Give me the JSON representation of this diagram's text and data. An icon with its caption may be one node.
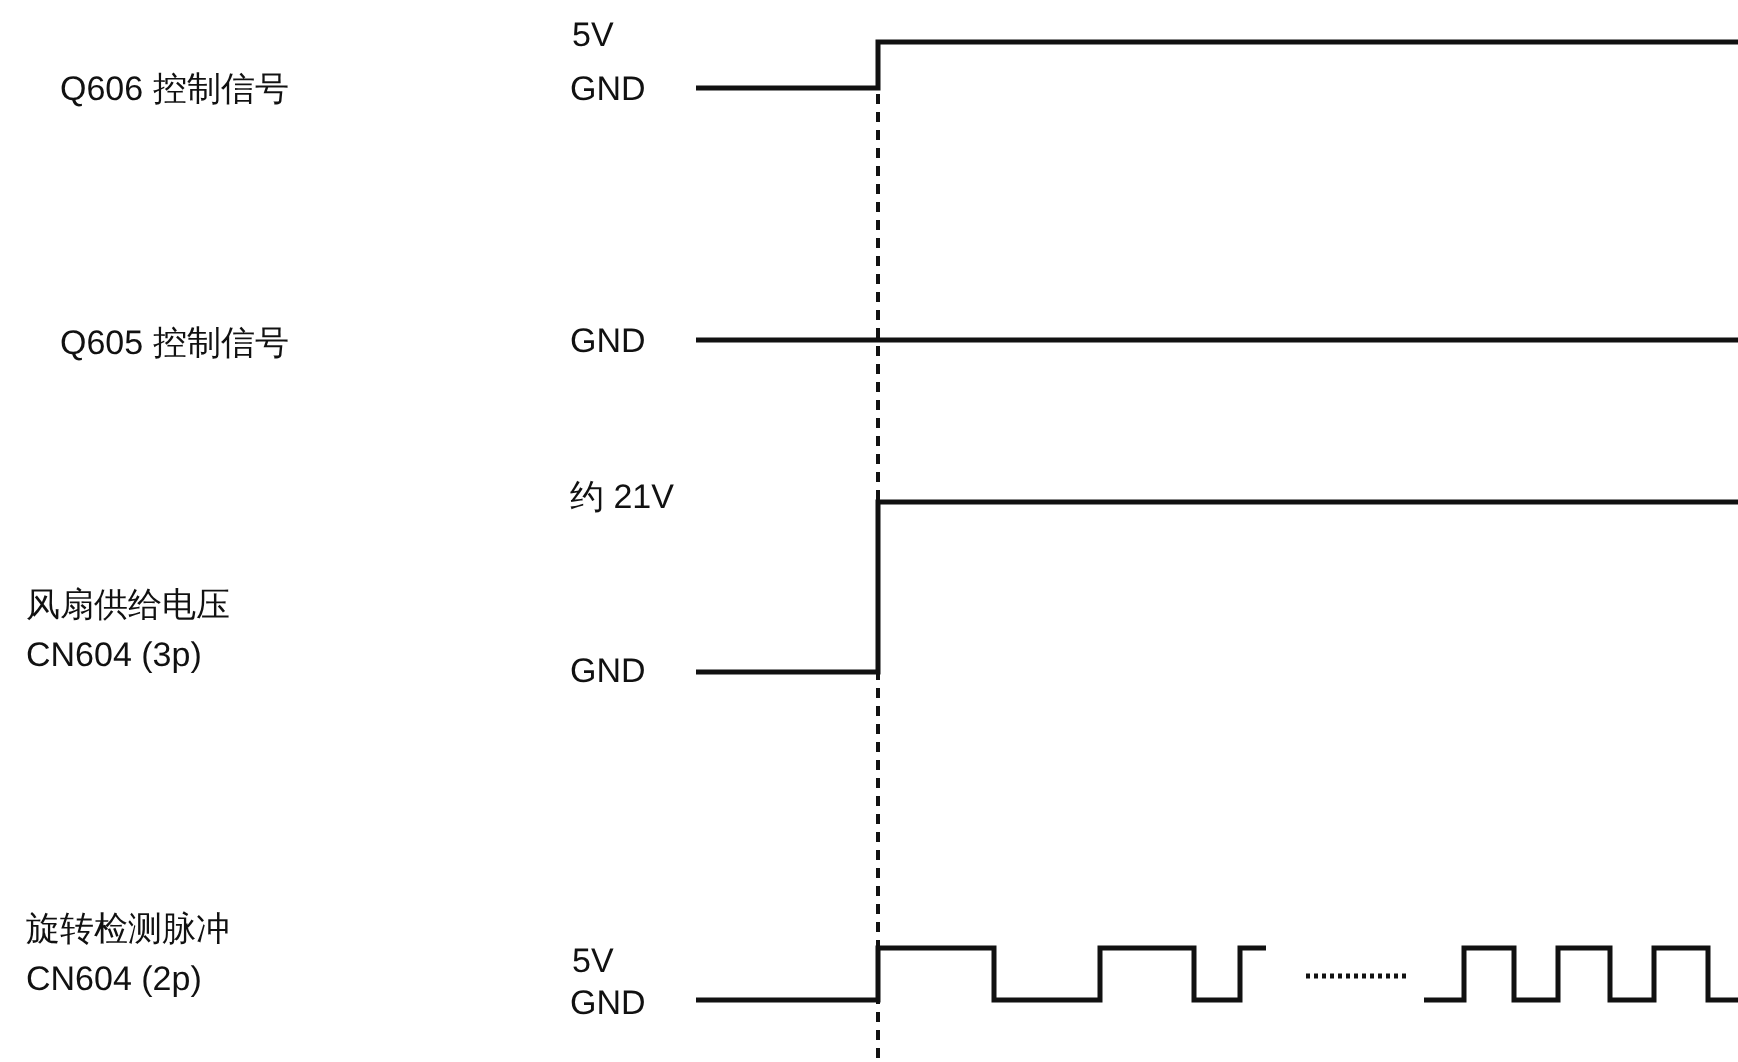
{
  "diagram": {
    "labels": [
      "5V",
      "Q606 控制信号",
      "GND",
      "Q605 控制信号",
      "GND",
      "约 21V",
      "风扇供给电压",
      "CN604 (3p)",
      "GND",
      "旋转检测脉冲",
      "5V",
      "CN604 (2p)",
      "GND"
    ]
  }
}
